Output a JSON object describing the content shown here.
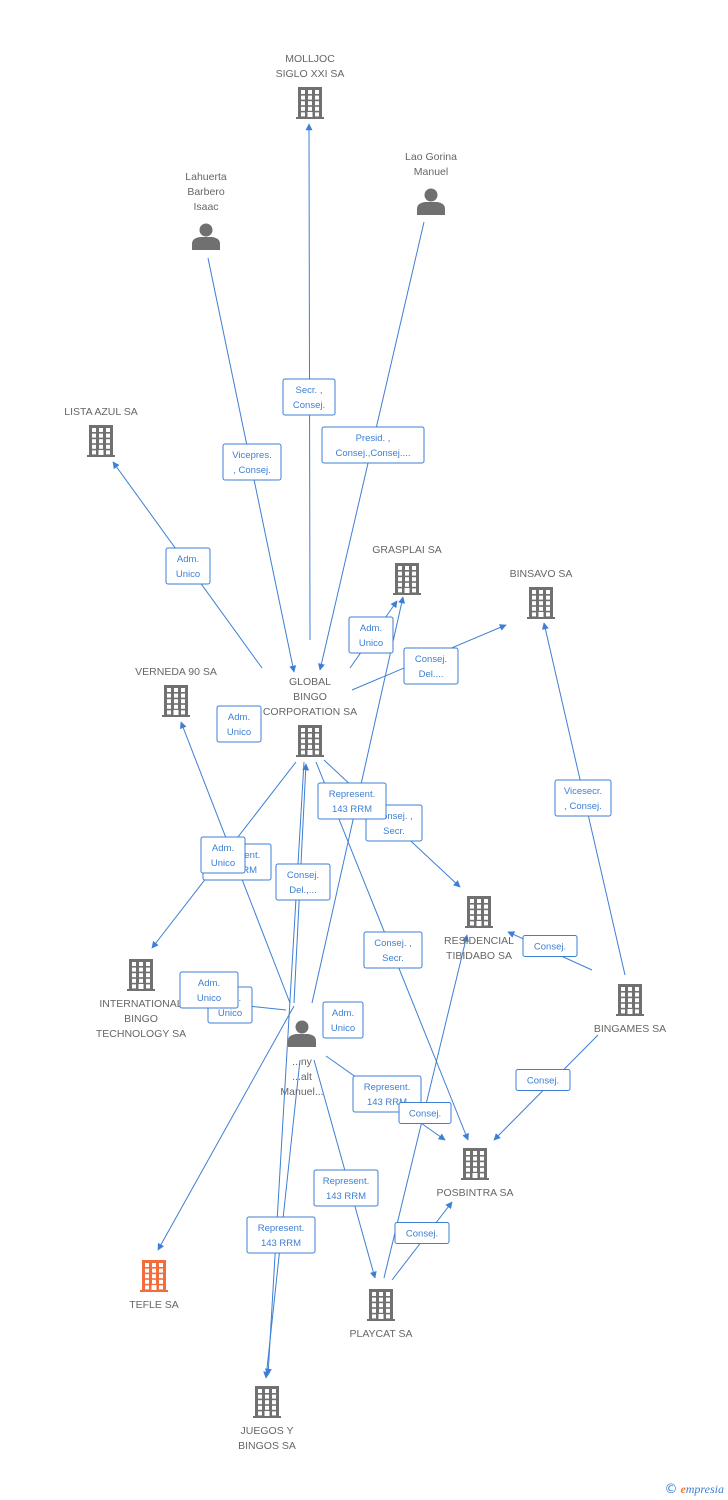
{
  "colors": {
    "edge": "#3d7fd4",
    "company": "#707070",
    "focus_company": "#f26c3c",
    "person": "#707070",
    "label": "#666666"
  },
  "nodes": [
    {
      "id": "molljoc",
      "type": "company",
      "lines": [
        "MOLLJOC",
        "SIGLO XXI SA"
      ]
    },
    {
      "id": "lao",
      "type": "person",
      "lines": [
        "Lao Gorina",
        "Manuel"
      ]
    },
    {
      "id": "lahuerta",
      "type": "person",
      "lines": [
        "Lahuerta",
        "Barbero",
        "Isaac"
      ]
    },
    {
      "id": "lista",
      "type": "company",
      "lines": [
        "LISTA AZUL SA"
      ]
    },
    {
      "id": "grasplai",
      "type": "company",
      "lines": [
        "GRASPLAI SA"
      ]
    },
    {
      "id": "binsavo",
      "type": "company",
      "lines": [
        "BINSAVO SA"
      ]
    },
    {
      "id": "verneda",
      "type": "company",
      "lines": [
        "VERNEDA 90 SA"
      ]
    },
    {
      "id": "global",
      "type": "company",
      "lines": [
        "GLOBAL",
        "BINGO",
        "CORPORATION SA"
      ]
    },
    {
      "id": "residencial",
      "type": "company",
      "lines": [
        "RESIDENCIAL",
        "TIBIDABO SA"
      ]
    },
    {
      "id": "international",
      "type": "company",
      "lines": [
        "INTERNATIONAL",
        "BINGO",
        "TECHNOLOGY SA"
      ]
    },
    {
      "id": "bingames",
      "type": "company",
      "lines": [
        "BINGAMES SA"
      ]
    },
    {
      "id": "center",
      "type": "person",
      "lines": [
        "...ny",
        "...alt",
        "Manuel..."
      ]
    },
    {
      "id": "posbintra",
      "type": "company",
      "lines": [
        "POSBINTRA SA"
      ]
    },
    {
      "id": "tefle",
      "type": "company",
      "focus": true,
      "lines": [
        "TEFLE SA"
      ]
    },
    {
      "id": "playcat",
      "type": "company",
      "lines": [
        "PLAYCAT SA"
      ]
    },
    {
      "id": "juegos",
      "type": "company",
      "lines": [
        "JUEGOS Y",
        "BINGOS SA"
      ]
    }
  ],
  "edges": [
    {
      "from": "global",
      "to": "molljoc",
      "lines": [
        "Secr. ,",
        "Consej."
      ]
    },
    {
      "from": "lahuerta",
      "to": "global",
      "lines": [
        "Vicepres.",
        ", Consej."
      ]
    },
    {
      "from": "lao",
      "to": "global",
      "lines": [
        "Presid. ,",
        "Consej.,Consej...."
      ]
    },
    {
      "from": "global",
      "to": "lista",
      "lines": [
        "Adm.",
        "Unico"
      ]
    },
    {
      "from": "global",
      "to": "grasplai",
      "lines": [
        "Adm.",
        "Unico"
      ]
    },
    {
      "from": "global",
      "to": "binsavo",
      "lines": [
        "Consej.",
        "Del...."
      ]
    },
    {
      "from": "global",
      "to": "verneda",
      "lines": [
        "Adm.",
        "Unico"
      ]
    },
    {
      "from": "global",
      "to": "residencial",
      "lines": [
        "Consej. ,",
        "Secr."
      ]
    },
    {
      "from": "global",
      "to": "international",
      "lines": [
        "Represent.",
        "143 RRM"
      ]
    },
    {
      "from": "global",
      "to": "posbintra",
      "lines": [
        "Consej. ,",
        "Secr."
      ]
    },
    {
      "from": "global",
      "to": "juegos",
      "lines": [
        "Consej.",
        "Del.,..."
      ]
    },
    {
      "from": "center",
      "to": "global",
      "lines": [
        "Represent.",
        "143 RRM"
      ]
    },
    {
      "from": "center",
      "to": "verneda",
      "lines": [
        "Adm.",
        "Unico"
      ]
    },
    {
      "from": "center",
      "to": "international",
      "lines": [
        "Adm.",
        "Unico"
      ]
    },
    {
      "from": "center",
      "to": "grasplai",
      "lines": [
        "Adm.",
        "Unico"
      ]
    },
    {
      "from": "center",
      "to": "tefle",
      "lines": [
        "Adm.",
        "Unico"
      ]
    },
    {
      "from": "center",
      "to": "posbintra",
      "lines": [
        "Represent.",
        "143 RRM"
      ]
    },
    {
      "from": "center",
      "to": "playcat",
      "lines": [
        "Represent.",
        "143 RRM"
      ]
    },
    {
      "from": "center",
      "to": "juegos",
      "lines": [
        "Represent.",
        "143 RRM"
      ]
    },
    {
      "from": "bingames",
      "to": "binsavo",
      "lines": [
        "Vicesecr.",
        ", Consej."
      ]
    },
    {
      "from": "bingames",
      "to": "residencial",
      "lines": [
        "Consej."
      ]
    },
    {
      "from": "bingames",
      "to": "posbintra",
      "lines": [
        "Consej."
      ]
    },
    {
      "from": "playcat",
      "to": "posbintra",
      "lines": [
        "Consej."
      ]
    },
    {
      "from": "playcat",
      "to": "residencial",
      "lines": [
        "Consej."
      ]
    }
  ],
  "watermark": {
    "symbol": "©",
    "initial": "e",
    "rest": "mpresia"
  }
}
